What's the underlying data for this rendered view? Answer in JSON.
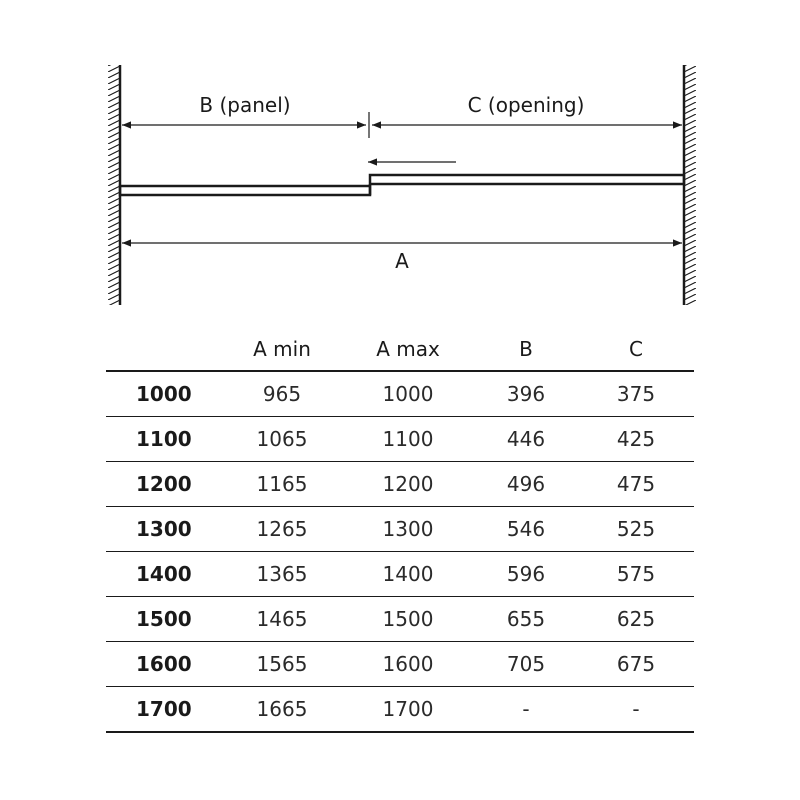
{
  "diagram": {
    "label_b": "B (panel)",
    "label_c": "C (opening)",
    "label_a": "A"
  },
  "table": {
    "headers": [
      "",
      "A min",
      "A max",
      "B",
      "C"
    ],
    "rows": [
      [
        "1000",
        "965",
        "1000",
        "396",
        "375"
      ],
      [
        "1100",
        "1065",
        "1100",
        "446",
        "425"
      ],
      [
        "1200",
        "1165",
        "1200",
        "496",
        "475"
      ],
      [
        "1300",
        "1265",
        "1300",
        "546",
        "525"
      ],
      [
        "1400",
        "1365",
        "1400",
        "596",
        "575"
      ],
      [
        "1500",
        "1465",
        "1500",
        "655",
        "625"
      ],
      [
        "1600",
        "1565",
        "1600",
        "705",
        "675"
      ],
      [
        "1700",
        "1665",
        "1700",
        "-",
        "-"
      ]
    ]
  }
}
